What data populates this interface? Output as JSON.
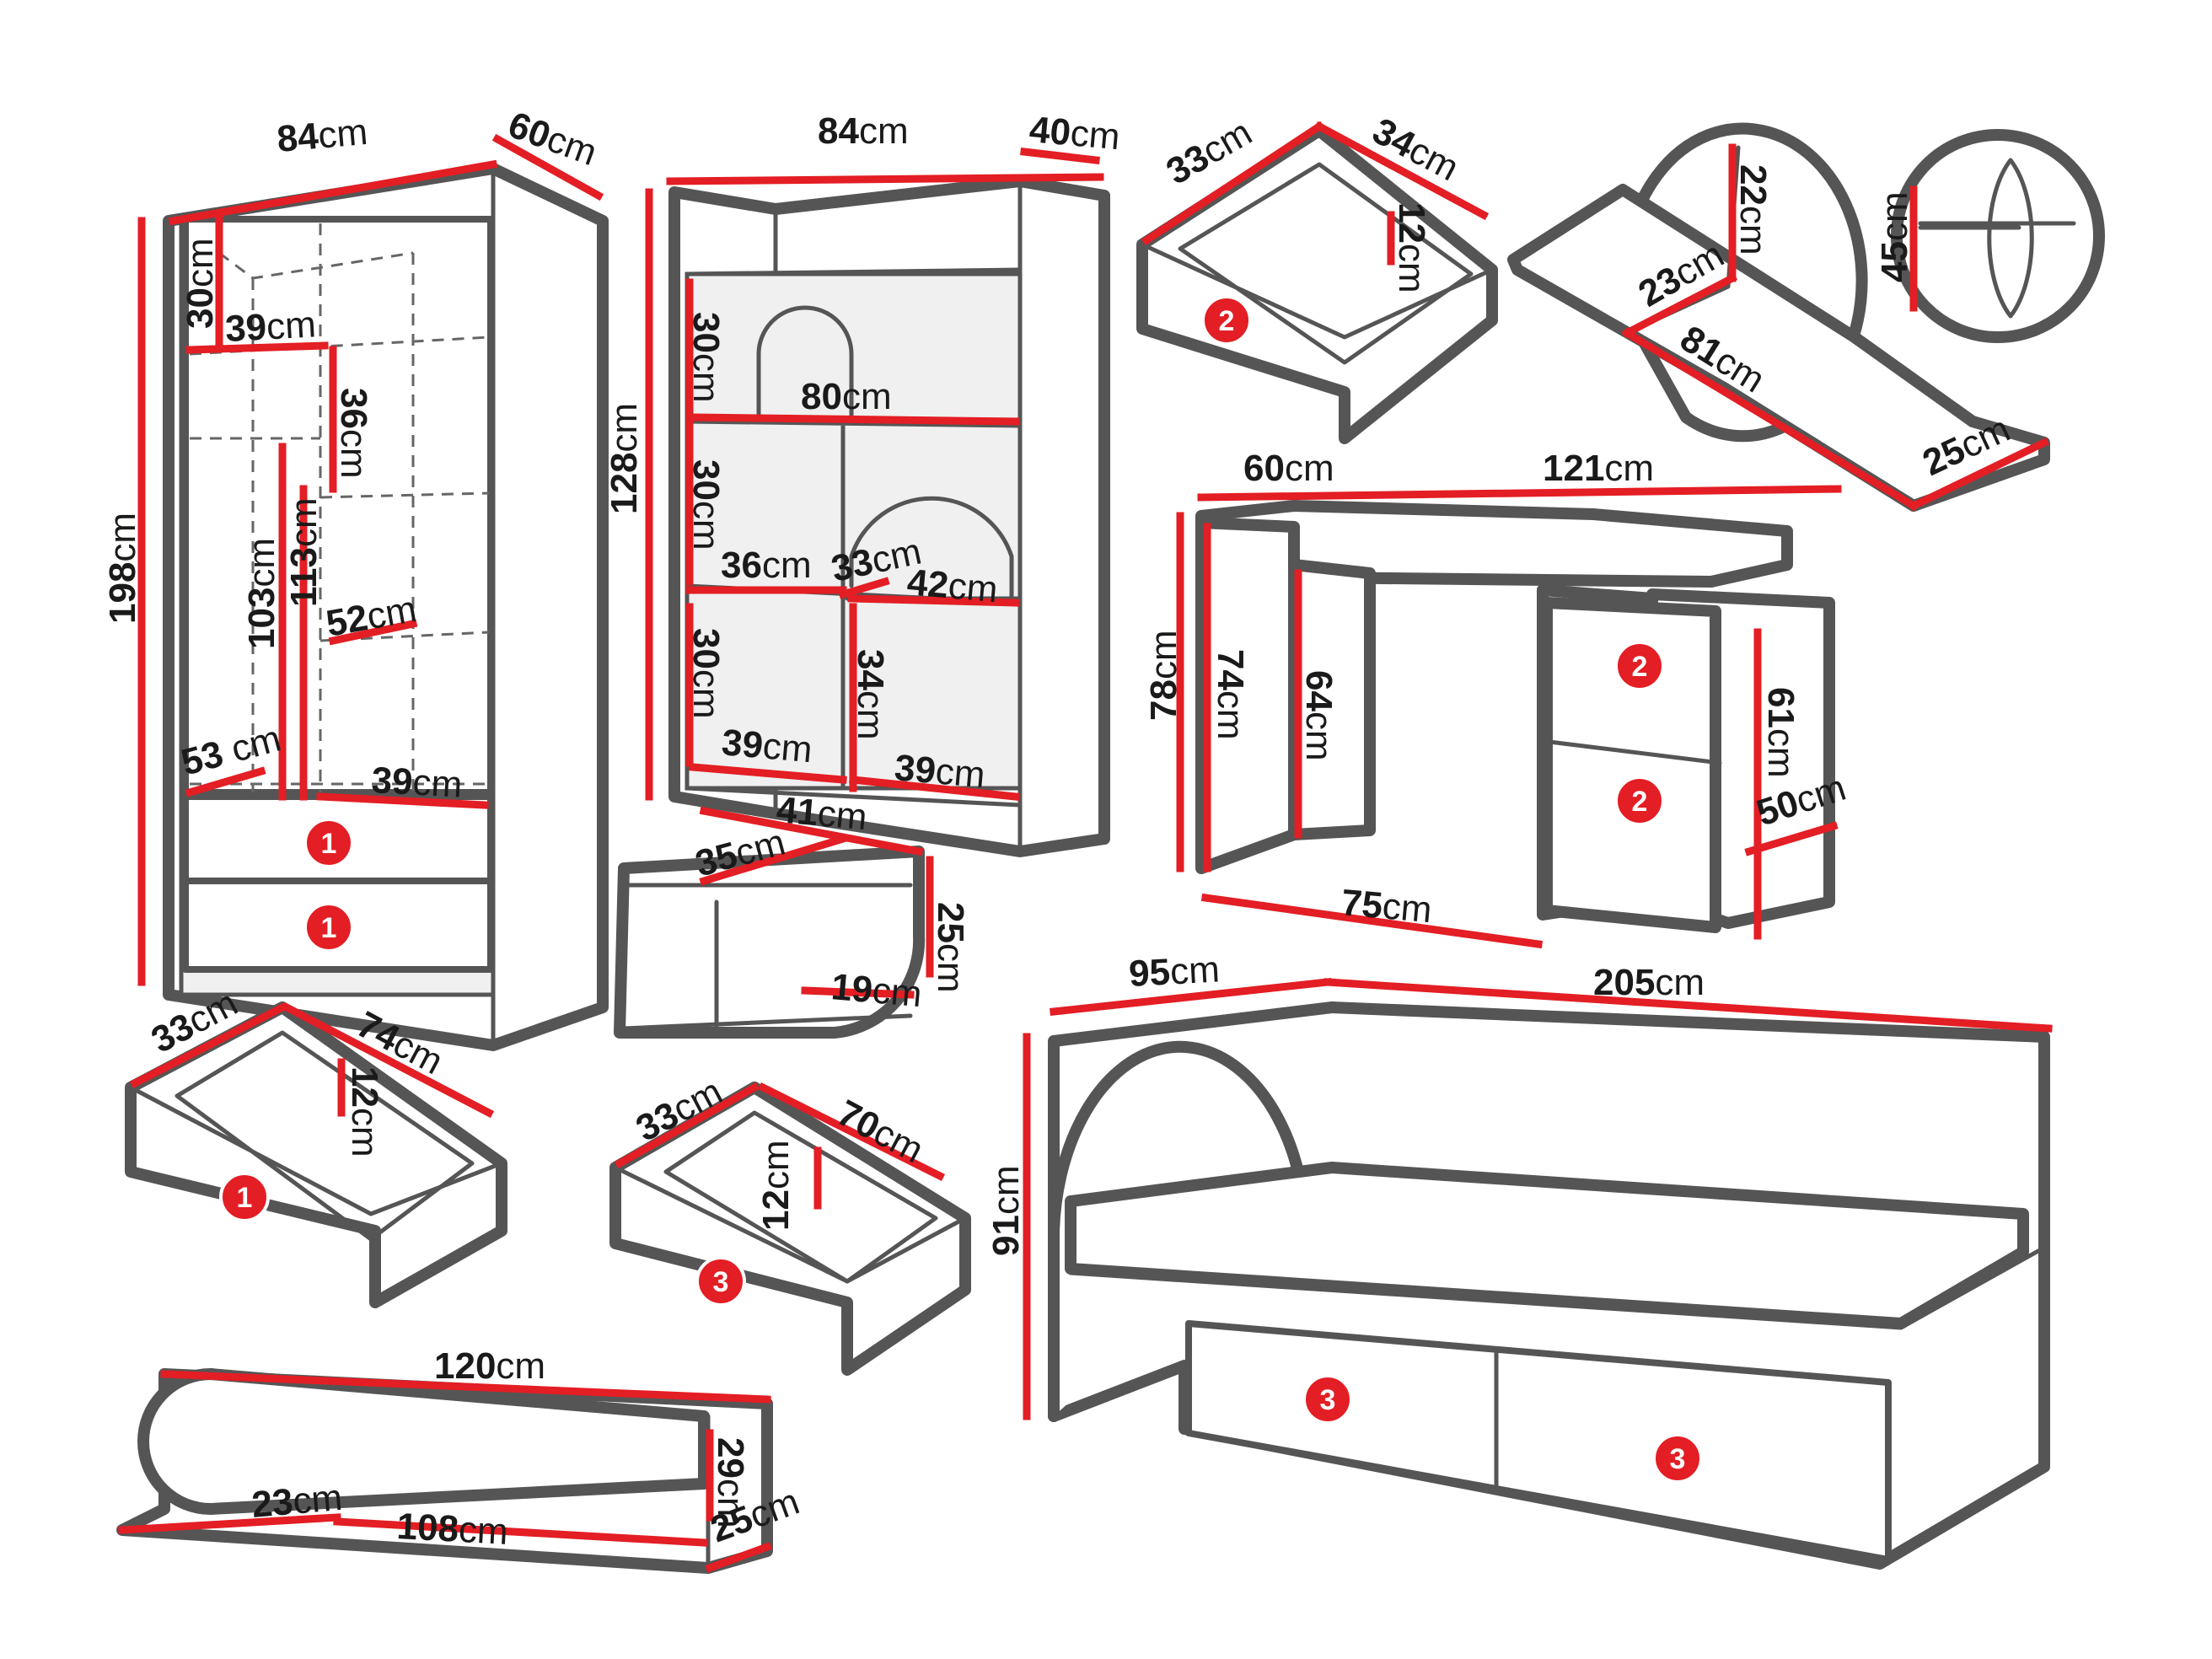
{
  "wardrobe": {
    "width": "84",
    "depth": "60",
    "height": "198",
    "shelf_gap": "30",
    "shelf_w1": "39",
    "gap2": "36",
    "rod_h1": "103",
    "rod_h2": "113",
    "inner_w": "52",
    "bottom_w1": "53 ",
    "bottom_w2": "39",
    "drawer_type": "1"
  },
  "bookcase": {
    "width": "84",
    "depth": "40",
    "height": "128",
    "gap_a": "30",
    "shelf_w": "80",
    "gap_b": "30",
    "w_left": "36",
    "w_mid": "33",
    "w_right": "42",
    "gap_c": "30",
    "gap_d": "34",
    "bottom_l": "39",
    "bottom_r": "39"
  },
  "drawer_desk": {
    "w": "33",
    "d": "34",
    "h": "12",
    "type": "2"
  },
  "corner_shelf": {
    "h": "22",
    "r": "23",
    "len": "81",
    "depth": "25"
  },
  "detail_circle": {
    "h": "45"
  },
  "desk": {
    "top_left": "60",
    "top_right": "121",
    "height": "78",
    "leg_h": "74",
    "leg_h2": "64",
    "knee_w": "75",
    "cab_h": "61",
    "cab_d": "50",
    "drawer_type": "2"
  },
  "nightstand": {
    "w": "41",
    "top_d": "35",
    "h": "25",
    "inner": "19"
  },
  "drawer_wardrobe": {
    "w": "33",
    "d": "74",
    "h": "12",
    "type": "1"
  },
  "drawer_bed": {
    "w": "33",
    "d": "70",
    "h": "12",
    "type": "3"
  },
  "bed": {
    "head_w": "95",
    "length": "205",
    "height": "91",
    "drawer_type": "3"
  },
  "wall_shelf": {
    "length": "120",
    "inner_len": "108",
    "depth_a": "23",
    "height": "29",
    "depth_b": "25"
  },
  "unit": "cm"
}
